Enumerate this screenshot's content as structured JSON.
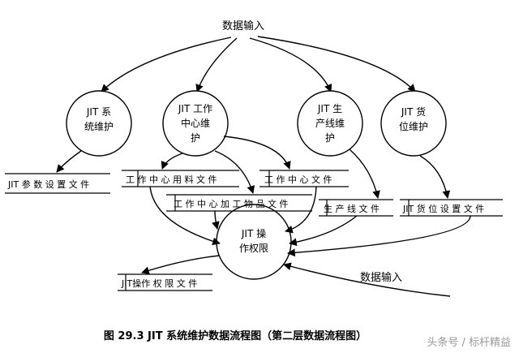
{
  "inputs": {
    "top": "数据输入",
    "bottom": "数据输入"
  },
  "processes": [
    {
      "id": "jit_sys",
      "lines": [
        "JIT 系",
        "统维护"
      ]
    },
    {
      "id": "jit_wc",
      "lines": [
        "JIT 工作",
        "中心维",
        "护"
      ]
    },
    {
      "id": "jit_line",
      "lines": [
        "JIT 生",
        "产线维",
        "护"
      ]
    },
    {
      "id": "jit_supply",
      "lines": [
        "JIT 货",
        "位维护"
      ]
    },
    {
      "id": "jit_perm",
      "lines": [
        "JIT 操",
        "作权限"
      ]
    }
  ],
  "stores": {
    "param_file": "JIT 参 数 设 置 文 件",
    "material_file": "工 作 中 心 用 料 文 件",
    "wc_file": "工 作 中 心 文 件",
    "item_file": "工 作 中 心 加 工 物 品 文 件",
    "line_file": "生 产 线 文 件",
    "slot_file": "JIT 货 位 设 置 文 件",
    "perm_file": "JIT操作 权 限 文 件"
  },
  "caption": "图 29.3  JIT 系统维护数据流程图（第二层数据流程图）",
  "watermark": "头条号 / 标杆精益"
}
